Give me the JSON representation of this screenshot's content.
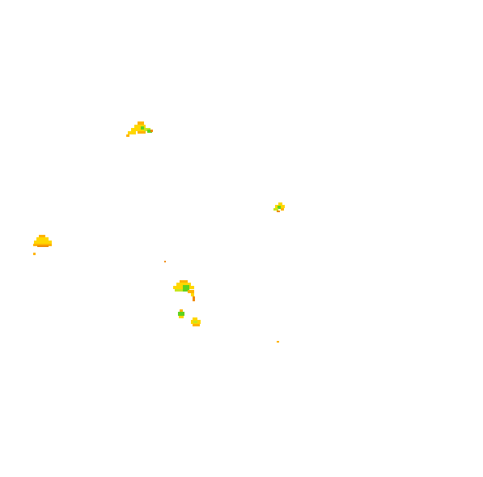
{
  "map": {
    "background": "#ffffff",
    "legend_colors": {
      "high": "#ffd700",
      "mid": "#ffb300",
      "low": "#f08a00",
      "vegetation": "#5fd21e",
      "mixed": "#c8e61e"
    },
    "features": [
      {
        "name": "patch-north",
        "kind": "cluster"
      },
      {
        "name": "patch-east",
        "kind": "cluster"
      },
      {
        "name": "patch-west",
        "kind": "cluster"
      },
      {
        "name": "patch-west-dot",
        "kind": "speck"
      },
      {
        "name": "patch-center-dot",
        "kind": "speck"
      },
      {
        "name": "patch-south-main",
        "kind": "cluster"
      },
      {
        "name": "patch-south-small-a",
        "kind": "cluster"
      },
      {
        "name": "patch-south-small-b",
        "kind": "cluster"
      },
      {
        "name": "patch-southeast-dot",
        "kind": "speck"
      }
    ]
  }
}
